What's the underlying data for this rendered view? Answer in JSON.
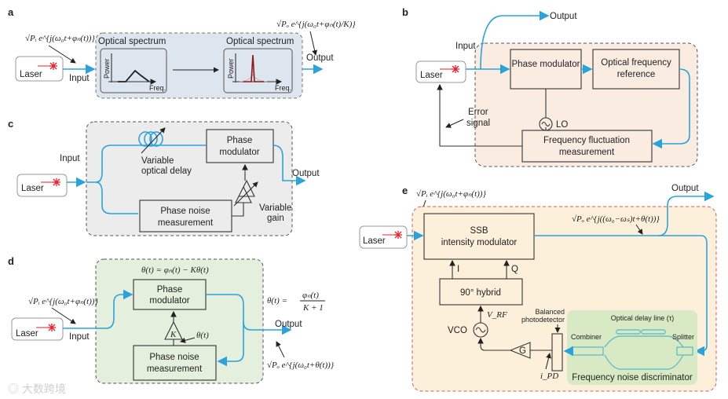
{
  "panels": {
    "a": {
      "label": "a",
      "laser": "Laser",
      "input": "Input",
      "output": "Output",
      "spectrum_in": "Optical spectrum",
      "spectrum_out": "Optical spectrum",
      "axis_y": "Power",
      "axis_x": "Freq.",
      "eq_in": "√Pᵢ e^{j(ω₀t+φₙ(t))}",
      "eq_out": "√Pₒ e^{j(ω₀t+φₙ(t)/K)}"
    },
    "b": {
      "label": "b",
      "laser": "Laser",
      "input": "Input",
      "output": "Output",
      "phase_mod": "Phase modulator",
      "ofr_1": "Optical frequency",
      "ofr_2": "reference",
      "lo": "LO",
      "error_1": "Error",
      "error_2": "signal",
      "ffm_1": "Frequency fluctuation",
      "ffm_2": "measurement"
    },
    "c": {
      "label": "c",
      "laser": "Laser",
      "input": "Input",
      "output": "Output",
      "phase_mod_1": "Phase",
      "phase_mod_2": "modulator",
      "delay_1": "Variable",
      "delay_2": "optical delay",
      "pnm_1": "Phase noise",
      "pnm_2": "measurement",
      "gain_1": "Variable",
      "gain_2": "gain"
    },
    "d": {
      "label": "d",
      "laser": "Laser",
      "input": "Input",
      "output": "Output",
      "phase_mod_1": "Phase",
      "phase_mod_2": "modulator",
      "k": "K",
      "theta": "θ(t)",
      "pnm_1": "Phase noise",
      "pnm_2": "measurement",
      "eq_top": "θ(t) = φₙ(t) − Kθ(t)",
      "eq_right_lhs": "θ(t) =",
      "eq_right_num": "φₙ(t)",
      "eq_right_den": "K + 1",
      "eq_in": "√Pᵢ e^{j(ω₀t+φₙ(t))}",
      "eq_out": "√Pₒ e^{j(ω₀t+θ(t))}"
    },
    "e": {
      "label": "e",
      "laser": "Laser",
      "output": "Output",
      "ssb_1": "SSB",
      "ssb_2": "intensity modulator",
      "i": "I",
      "q": "Q",
      "hybrid": "90° hybrid",
      "vrf": "V_RF",
      "vco": "VCO",
      "g": "G",
      "bpd_1": "Balanced",
      "bpd_2": "photodetector",
      "ipd": "i_PD",
      "delay": "Optical delay line (τ)",
      "combiner": "Combiner",
      "splitter": "Splitter",
      "fnd": "Frequency noise discriminator",
      "eq_in": "√Pᵢ e^{j(ω₀t+φₙ(t))}",
      "eq_out": "√Pₒ e^{j((ω₀−ωₛ)t+θ(t))}"
    }
  },
  "watermark": "大数跨境",
  "colors": {
    "optical": "#2aa3dc",
    "laser": "#e8202a",
    "panel_a": "#dde5ef",
    "panel_b": "#fbece2",
    "panel_c": "#ececec",
    "panel_d": "#e4efdd",
    "panel_e": "#fdf0db",
    "fnd": "#d8eac4"
  }
}
